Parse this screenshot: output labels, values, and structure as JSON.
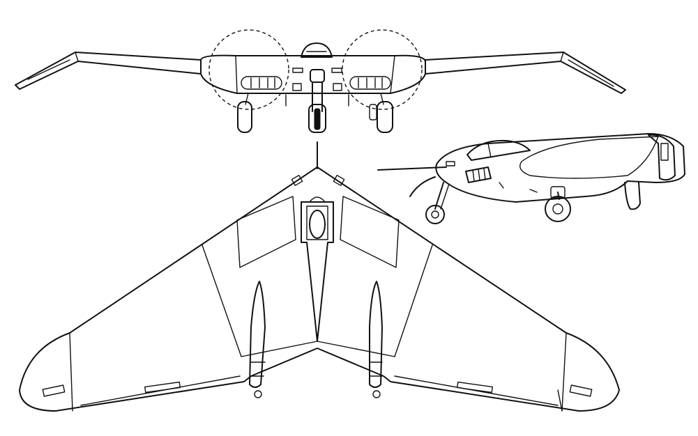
{
  "figure": {
    "background": "#ffffff",
    "ink_color": "#111111"
  },
  "views": [
    {
      "id": "front",
      "label": ""
    },
    {
      "id": "plan",
      "label": ""
    },
    {
      "id": "perspective",
      "label": ""
    }
  ]
}
